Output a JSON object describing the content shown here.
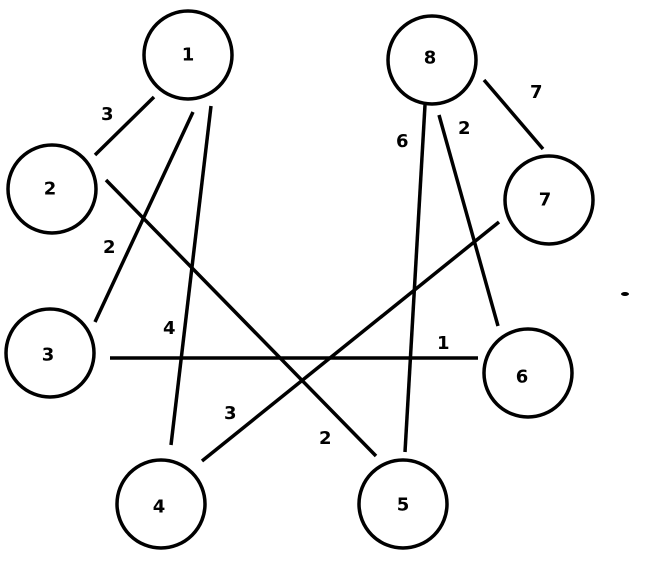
{
  "colors": {
    "background": "#ffffff",
    "stroke": "#000000",
    "text": "#000000"
  },
  "nodes": [
    {
      "id": "1",
      "label": "1"
    },
    {
      "id": "2",
      "label": "2"
    },
    {
      "id": "3",
      "label": "3"
    },
    {
      "id": "4",
      "label": "4"
    },
    {
      "id": "5",
      "label": "5"
    },
    {
      "id": "6",
      "label": "6"
    },
    {
      "id": "7",
      "label": "7"
    },
    {
      "id": "8",
      "label": "8"
    }
  ],
  "edges": [
    {
      "from": "1",
      "to": "2",
      "weight": "3"
    },
    {
      "from": "1",
      "to": "3",
      "weight": "2"
    },
    {
      "from": "1",
      "to": "4",
      "weight": "4"
    },
    {
      "from": "2",
      "to": "5",
      "weight": "2"
    },
    {
      "from": "3",
      "to": "6",
      "weight": "1"
    },
    {
      "from": "4",
      "to": "7",
      "weight": "3"
    },
    {
      "from": "8",
      "to": "5",
      "weight": "6"
    },
    {
      "from": "8",
      "to": "6",
      "weight": "2"
    },
    {
      "from": "8",
      "to": "7",
      "weight": "7"
    }
  ]
}
